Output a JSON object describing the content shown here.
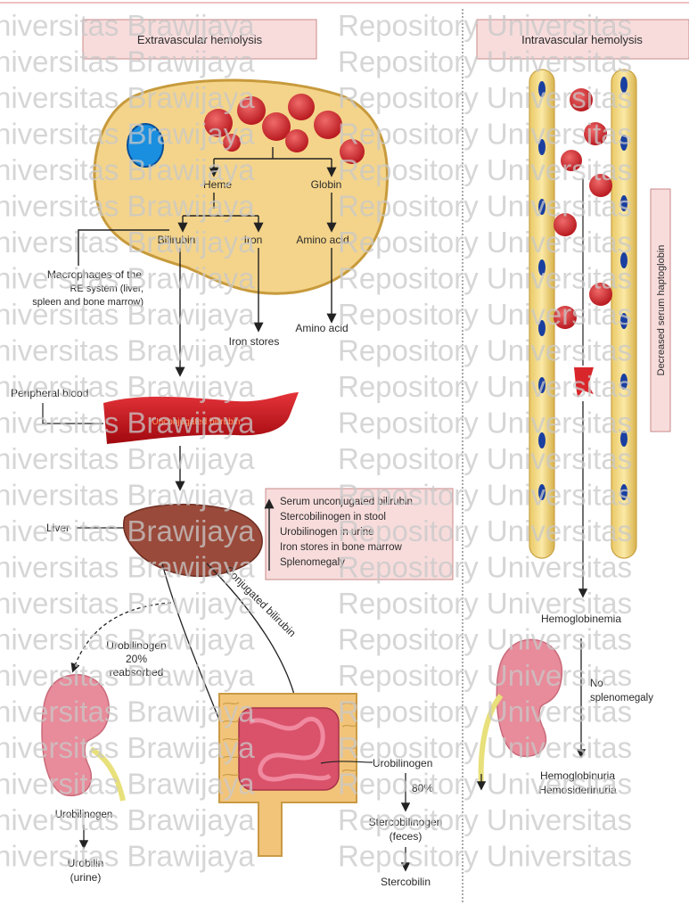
{
  "panels": {
    "left_title": "Extravascular hemolysis",
    "right_title": "Intravascular hemolysis"
  },
  "macrophage": {
    "heme": "Heme",
    "globin": "Globin",
    "bilirubin": "Bilirubin",
    "iron": "Iron",
    "amino_acid_inside": "Amino acid",
    "caption_line1": "Macrophages of the",
    "caption_line2": "RE system (liver,",
    "caption_line3": "spleen and bone marrow)",
    "amino_acid_out": "Amino acid",
    "iron_stores": "Iron stores"
  },
  "blood": {
    "peripheral": "Peripheral blood",
    "vessel_text": "Unconjugated bilirubin"
  },
  "findings": {
    "items": [
      "Serum unconjugated bilirubin",
      "Stercobilinogen in stool",
      "Urobilinogen in urine",
      "Iron stores in bone marrow",
      "Splenomegaly"
    ]
  },
  "liver": {
    "label": "Liver",
    "conjugated": "Conjugated bilirubin",
    "uro_line1": "Urobilinogen",
    "uro_line2": "20%",
    "uro_line3": "reabsorbed"
  },
  "kidney_left": {
    "urobilinogen": "Urobilinogen",
    "urobilin": "Urobilin",
    "urine": "(urine)"
  },
  "intestine": {
    "urobilinogen": "Urobilinogen",
    "percent": "80%",
    "sterco1": "Stercobilinogen",
    "sterco2": "(feces)",
    "stercobilin": "Stercobilin"
  },
  "intravascular": {
    "haptoglobin": "Decreased serum haptoglobin",
    "hemoglobinemia": "Hemoglobinemia",
    "no_spleno1": "No",
    "no_spleno2": "splenomegaly",
    "hemoglobinuria": "Hemoglobinuria",
    "hemosiderinuria": "Hemosiderinuria"
  },
  "watermark": {
    "col1": "niversitas Brawijaya",
    "col2": "Repository Universitas"
  },
  "colors": {
    "cell_fill": "#f4d48a",
    "cell_stroke": "#c79a3c",
    "rbc": "#d9262b",
    "box_fill": "#f8dcdc",
    "box_stroke": "#c98a8a",
    "vessel": "#c8131a",
    "liver": "#9a4a3a",
    "kidney": "#e88b9a",
    "intestine": "#f2c47a",
    "nucleus": "#1a5ec0"
  }
}
